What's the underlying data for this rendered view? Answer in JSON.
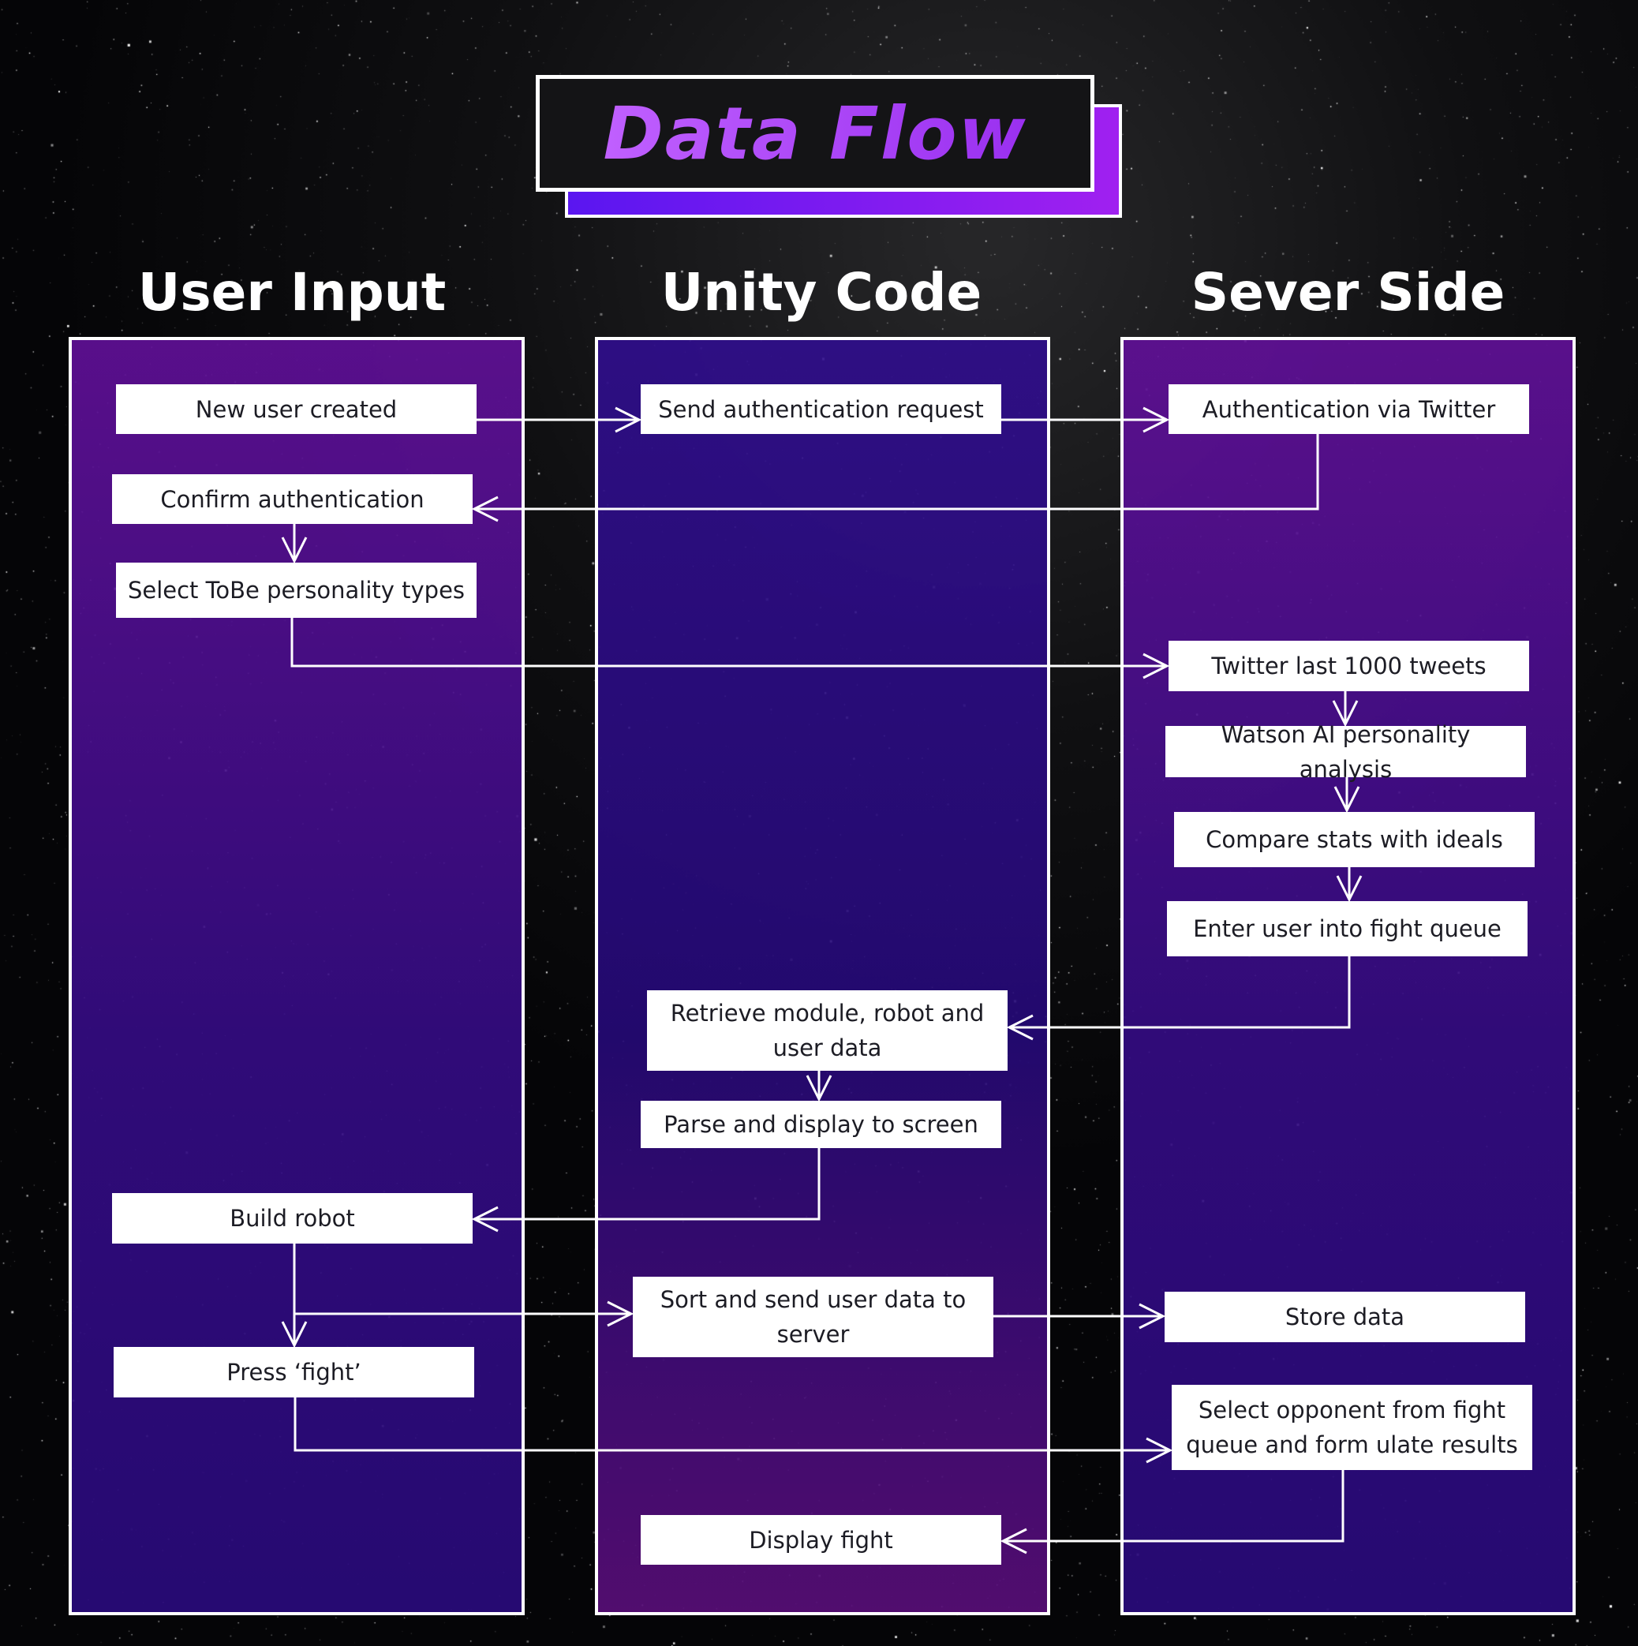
{
  "title": "Data Flow",
  "colors": {
    "title_gradient_start": "#c060ff",
    "title_gradient_end": "#9a30f0",
    "lane_purple": "#5a1090",
    "lane_blue": "#2e0c8c",
    "connector": "#ffffff",
    "step_fill": "#ffffff"
  },
  "columns": {
    "user_input": "User Input",
    "unity_code": "Unity Code",
    "server_side": "Sever Side"
  },
  "steps": {
    "new_user": "New user created",
    "confirm_auth": "Confirm authentication",
    "select_types": "Select ToBe personality types",
    "build_robot": "Build robot",
    "press_fight": "Press ‘fight’",
    "send_auth": "Send authentication request",
    "retrieve_data": "Retrieve module, robot and user data",
    "parse_display": "Parse and display to screen",
    "sort_send": "Sort and send user data to server",
    "display_fight": "Display fight",
    "auth_twitter": "Authentication via Twitter",
    "twitter_tweets": "Twitter last 1000 tweets",
    "watson": "Watson AI personality analysis",
    "compare_stats": "Compare stats with ideals",
    "enter_queue": "Enter user into fight queue",
    "store_data": "Store data",
    "select_opponent": "Select opponent from fight queue and form ulate results"
  }
}
